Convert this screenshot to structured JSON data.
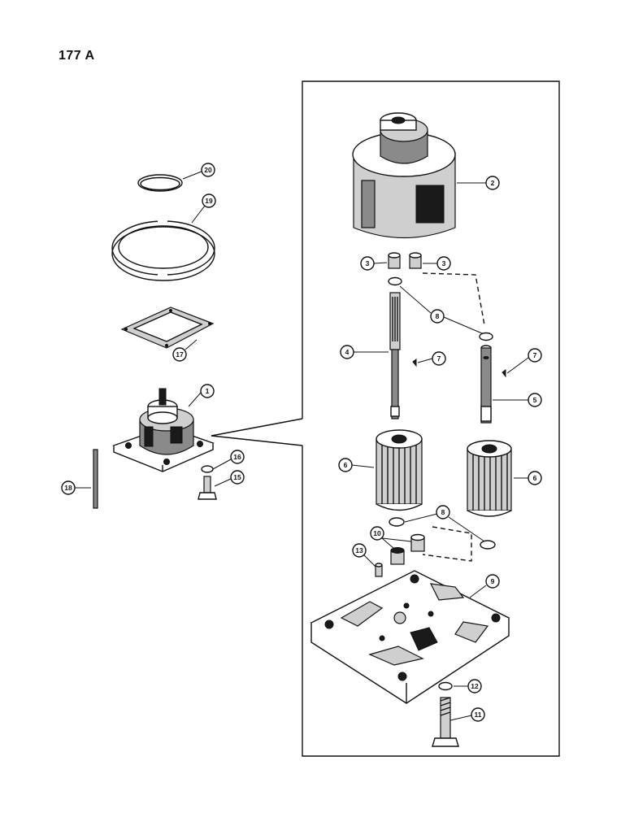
{
  "page_number": "177 A",
  "callouts": {
    "c1": "1",
    "c2": "2",
    "c3a": "3",
    "c3b": "3",
    "c4": "4",
    "c5": "5",
    "c6a": "6",
    "c6b": "6",
    "c7a": "7",
    "c7b": "7",
    "c8a": "8",
    "c8b": "8",
    "c9": "9",
    "c10": "10",
    "c11": "11",
    "c12": "12",
    "c13": "13",
    "c15": "15",
    "c16": "16",
    "c17": "17",
    "c18": "18",
    "c19": "19",
    "c20": "20"
  }
}
